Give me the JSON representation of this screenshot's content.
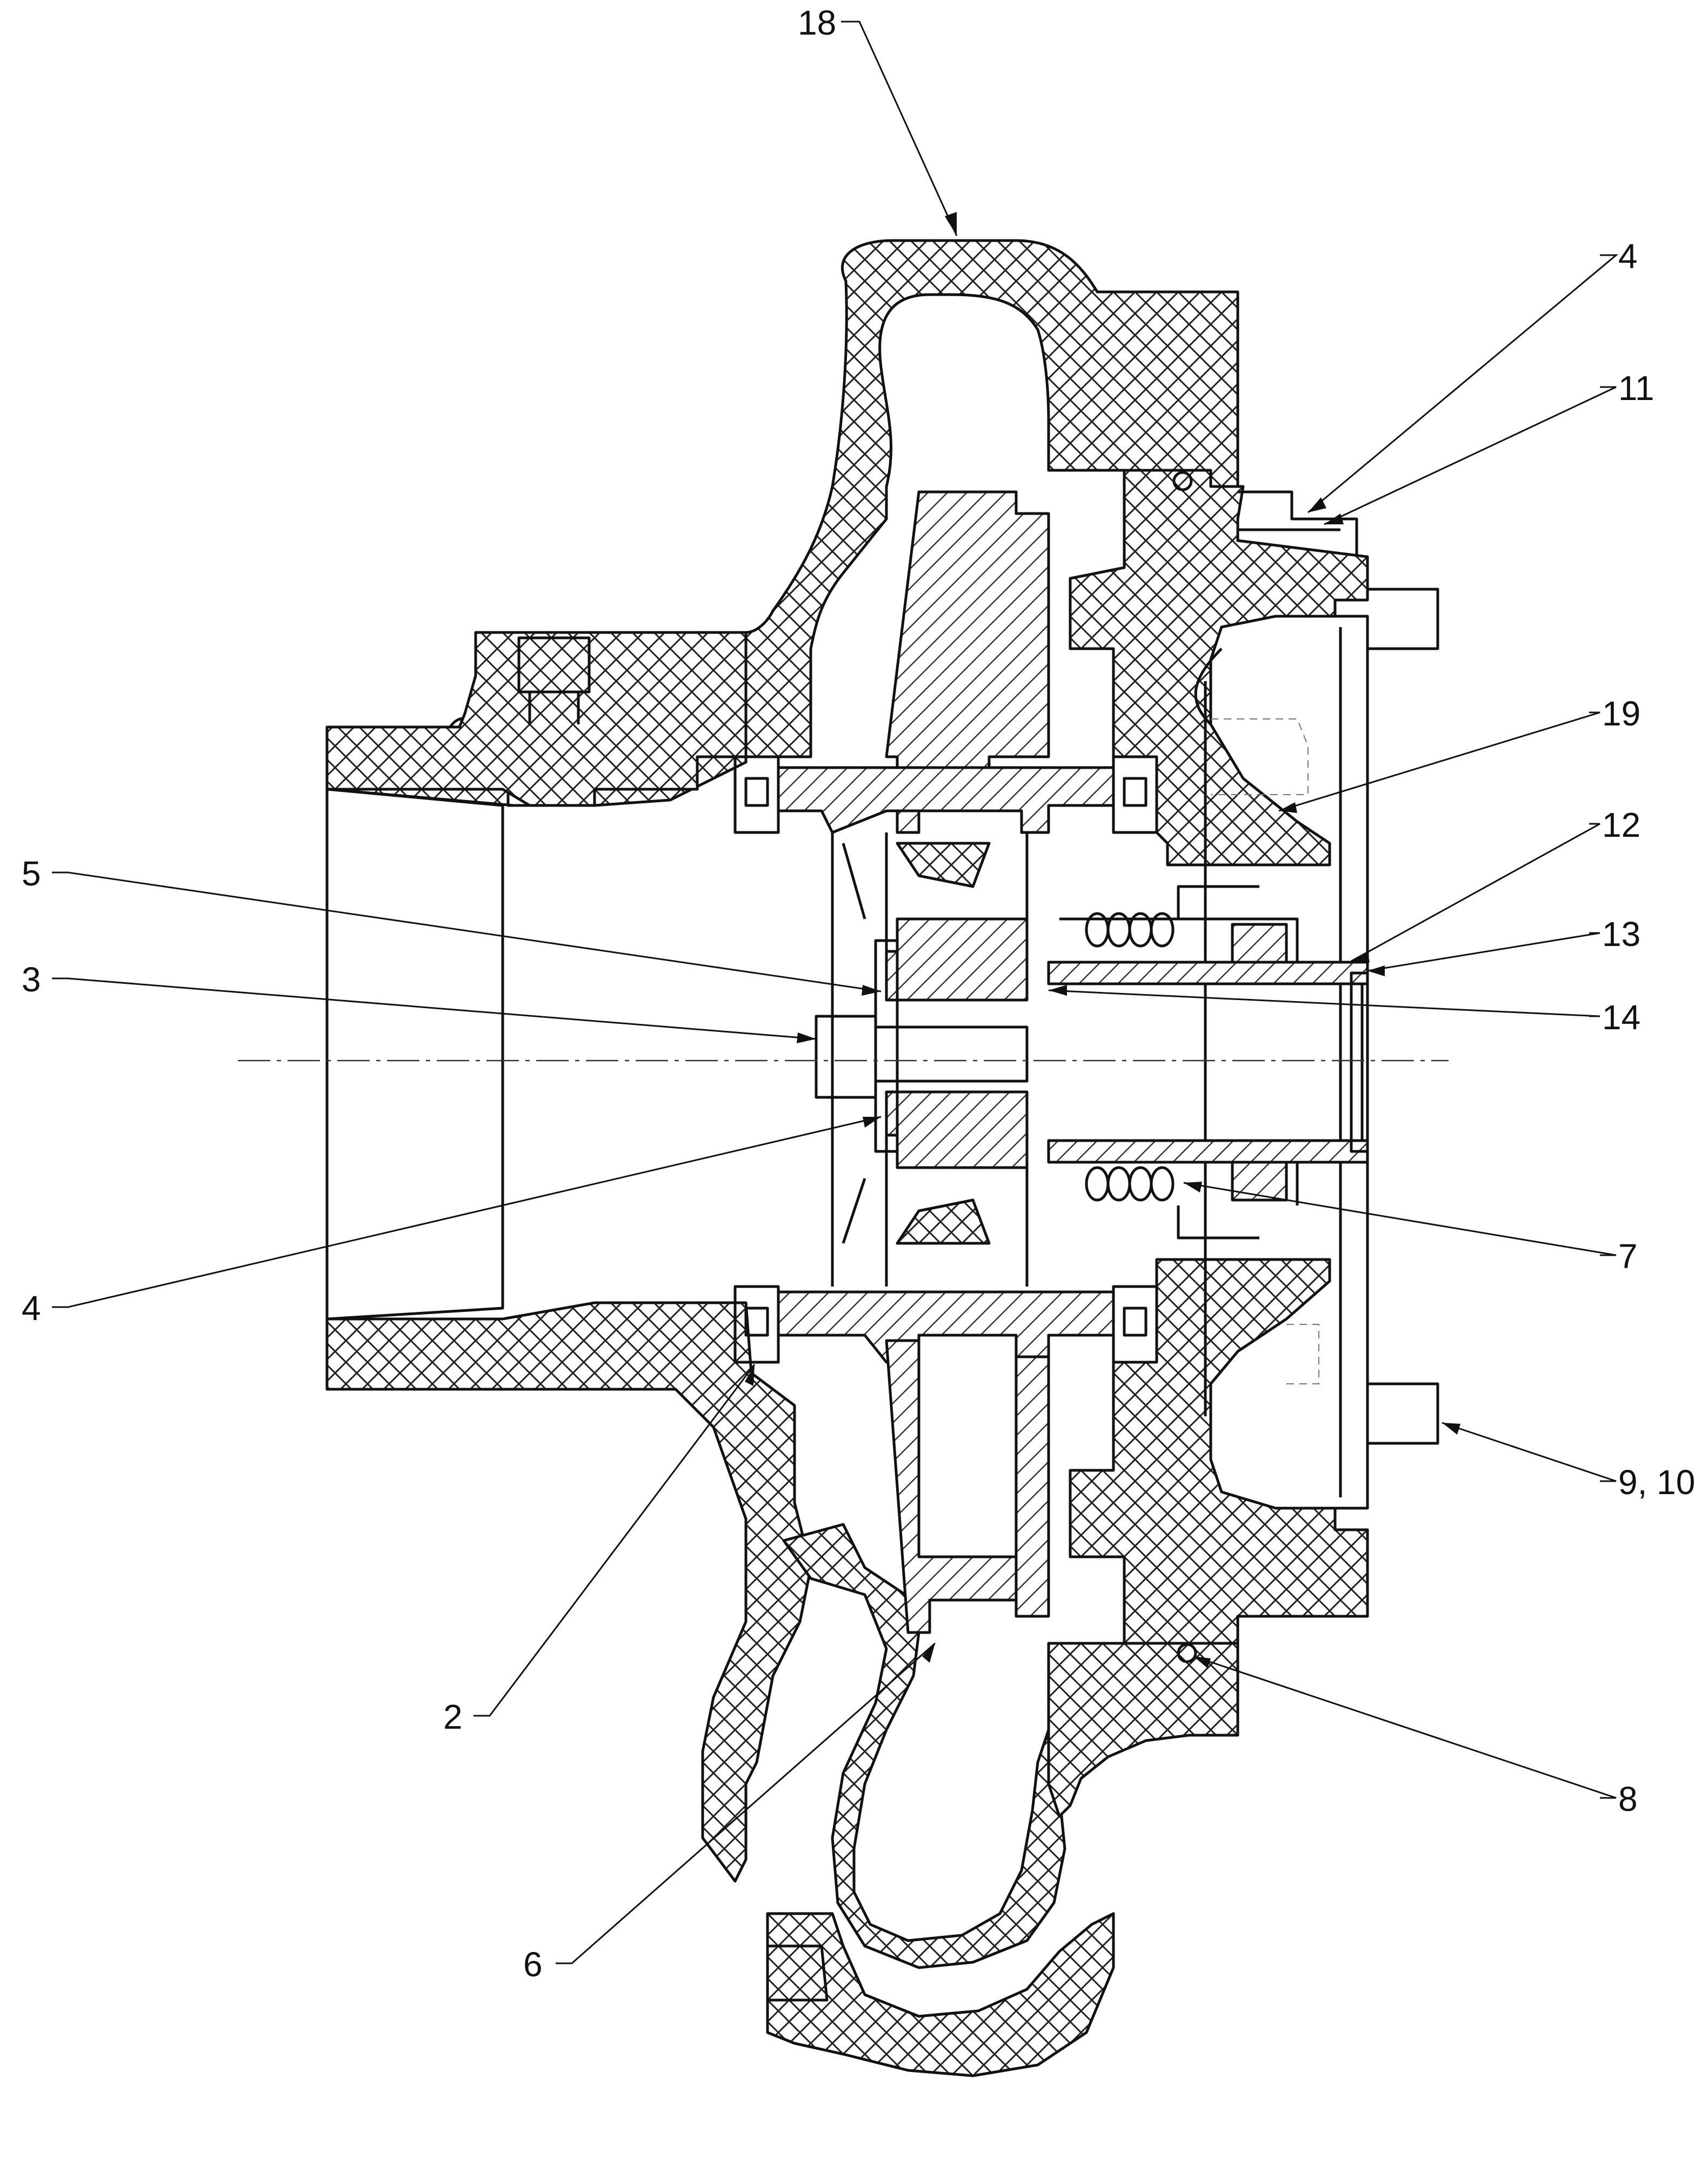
{
  "callouts": [
    {
      "id": "c18",
      "label": "18"
    },
    {
      "id": "c4a",
      "label": "4"
    },
    {
      "id": "c11",
      "label": "11"
    },
    {
      "id": "c19",
      "label": "19"
    },
    {
      "id": "c12",
      "label": "12"
    },
    {
      "id": "c5",
      "label": "5"
    },
    {
      "id": "c13",
      "label": "13"
    },
    {
      "id": "c3",
      "label": "3"
    },
    {
      "id": "c14",
      "label": "14"
    },
    {
      "id": "c4b",
      "label": "4"
    },
    {
      "id": "c7",
      "label": "7"
    },
    {
      "id": "c910",
      "label": "9, 10"
    },
    {
      "id": "c2",
      "label": "2"
    },
    {
      "id": "c8",
      "label": "8"
    },
    {
      "id": "c6",
      "label": "6"
    }
  ]
}
